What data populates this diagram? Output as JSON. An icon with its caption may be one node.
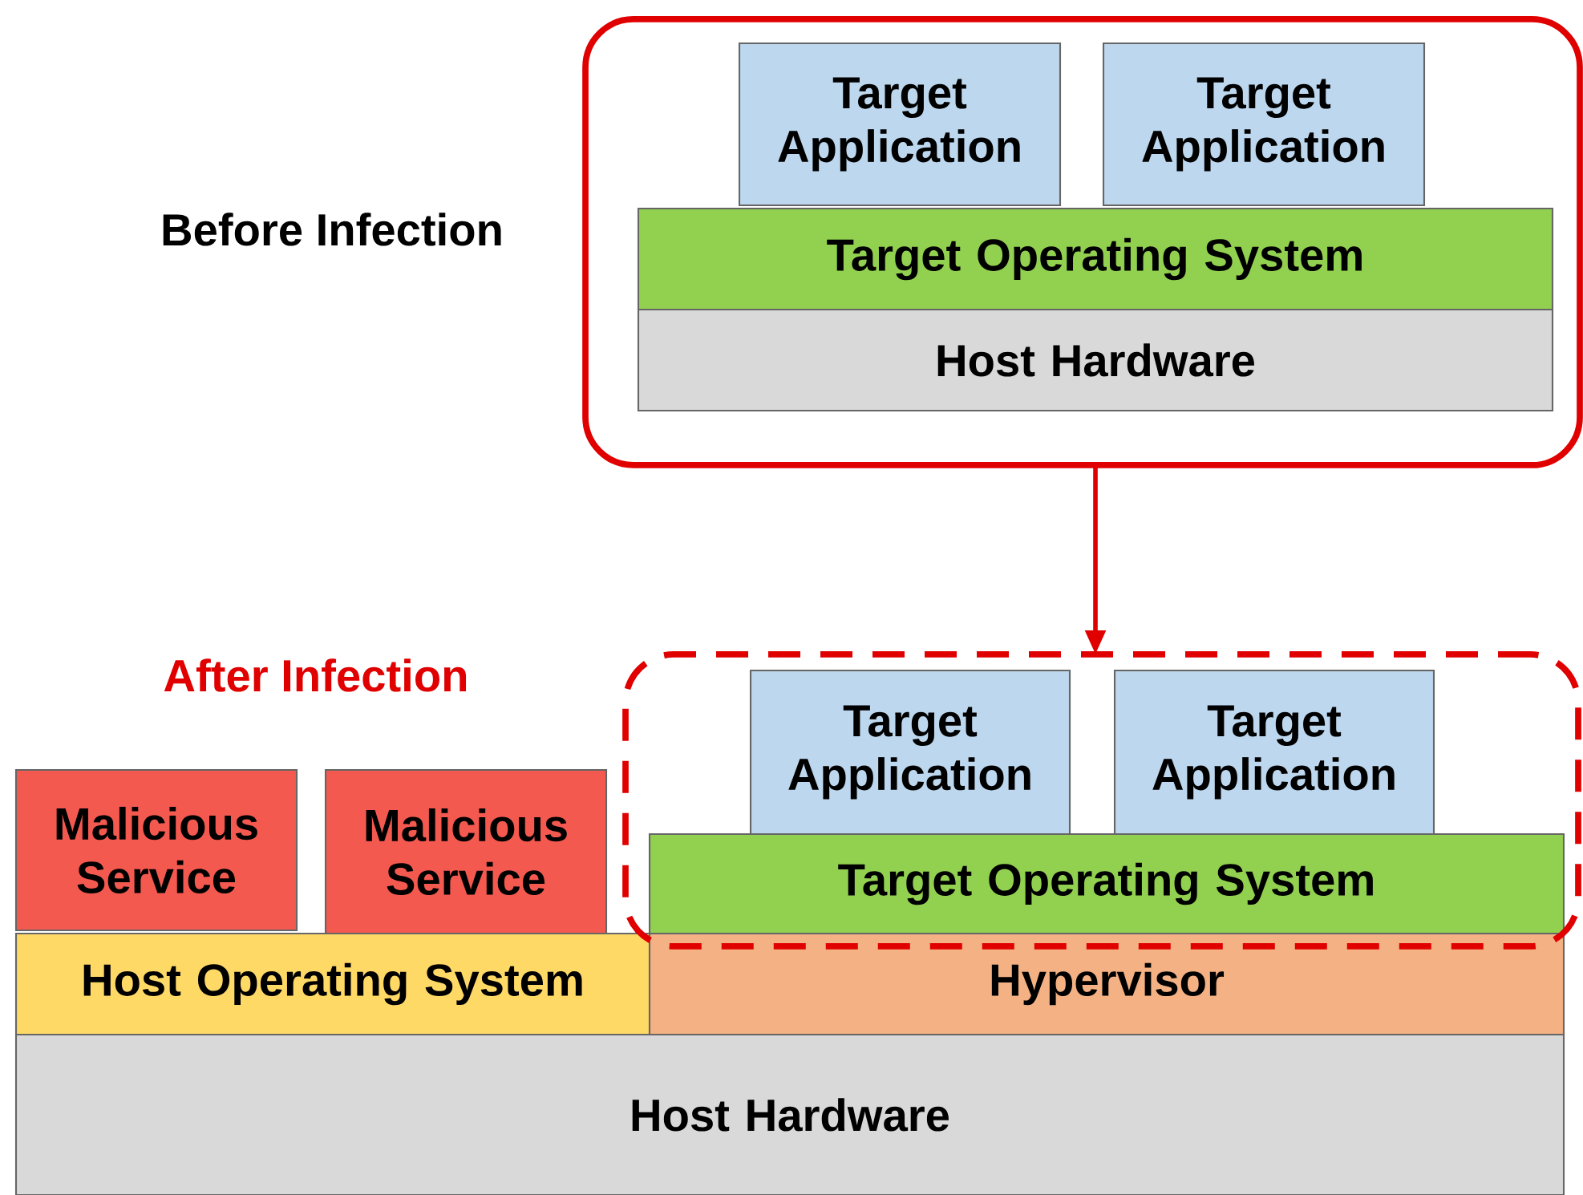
{
  "diagram": {
    "nodes": [
      {
        "text": [],
        "shape": "box"
      },
      {
        "text": [
          "Target Application"
        ],
        "in": 0
      },
      {
        "text": [
          "Target Application"
        ],
        "in": 0
      },
      {
        "text": [
          "Target Operating System"
        ],
        "in": 0
      },
      {
        "text": [
          "Host Hardware"
        ],
        "in": 0
      },
      {
        "text": [],
        "shape": "box"
      },
      {
        "text": [
          "Target Application"
        ],
        "in": 5
      },
      {
        "text": [
          "Target Application"
        ],
        "in": 5
      },
      {
        "text": [
          "Target Operating System"
        ],
        "in": 5
      },
      {
        "text": [
          "Malicious Service"
        ]
      },
      {
        "text": [
          "Malicious Service"
        ]
      },
      {
        "text": [
          "Host Operating System"
        ]
      },
      {
        "text": [
          "Hypervisor"
        ]
      },
      {
        "text": [
          "Host Hardware"
        ]
      }
    ],
    "edges": [
      {
        "from": 0,
        "to": 5,
        "arrow": "to",
        "color": "#e00000"
      }
    ],
    "labels": [
      "Before Infection",
      "After Infection"
    ]
  }
}
